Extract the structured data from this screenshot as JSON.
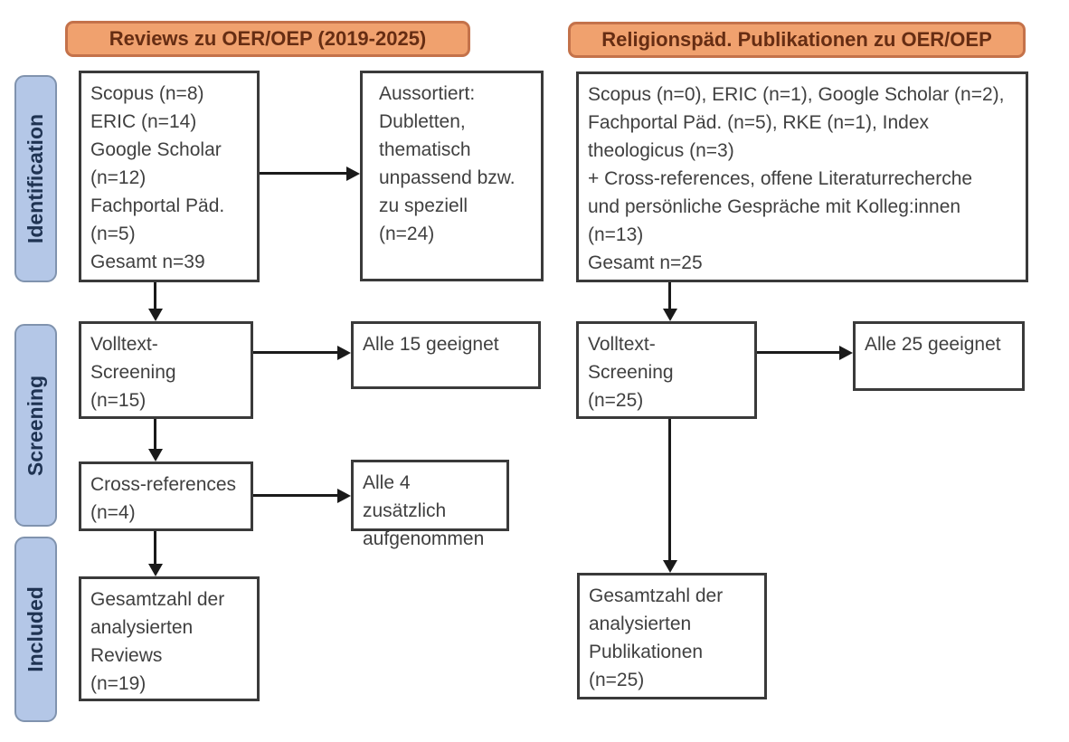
{
  "headers": {
    "left": "Reviews zu OER/OEP (2019-2025)",
    "right": "Religionspäd. Publikationen zu OER/OEP"
  },
  "stages": {
    "identification": "Identification",
    "screening": "Screening",
    "included": "Included"
  },
  "left_column": {
    "sources": [
      "Scopus (n=8)",
      "ERIC (n=14)",
      "Google Scholar",
      "(n=12)",
      "Fachportal Päd.",
      "(n=5)",
      "Gesamt n=39"
    ],
    "excluded": [
      "Aussortiert:",
      "Dubletten,",
      "thematisch",
      "unpassend bzw.",
      "zu speziell",
      "(n=24)"
    ],
    "fulltext_screening": [
      "Volltext-",
      "Screening",
      "(n=15)"
    ],
    "fulltext_result": "Alle 15 geeignet",
    "crossref": [
      "Cross-references",
      "(n=4)"
    ],
    "crossref_result": [
      "Alle 4 zusätzlich",
      "aufgenommen"
    ],
    "total": [
      "Gesamtzahl der",
      "analysierten",
      "Reviews",
      "(n=19)"
    ]
  },
  "right_column": {
    "sources": [
      "Scopus (n=0), ERIC (n=1), Google Scholar (n=2),",
      "Fachportal Päd. (n=5), RKE (n=1), Index",
      "theologicus (n=3)",
      "+ Cross-references, offene Literaturrecherche",
      "und persönliche Gespräche mit Kolleg:innen",
      "(n=13)",
      "Gesamt n=25"
    ],
    "fulltext_screening": [
      "Volltext-",
      "Screening",
      "(n=25)"
    ],
    "fulltext_result": "Alle 25 geeignet",
    "total": [
      "Gesamtzahl der",
      "analysierten",
      "Publikationen",
      "(n=25)"
    ]
  },
  "colors": {
    "header_fill": "#F0A16E",
    "header_border": "#C4724A",
    "header_text": "#662D13",
    "stage_fill": "#B4C7E7",
    "stage_border": "#8093AE",
    "stage_text": "#1F3352",
    "box_border": "#3A3A3A",
    "box_text": "#404040",
    "arrow": "#1A1A1A",
    "background": "#FFFFFF"
  }
}
